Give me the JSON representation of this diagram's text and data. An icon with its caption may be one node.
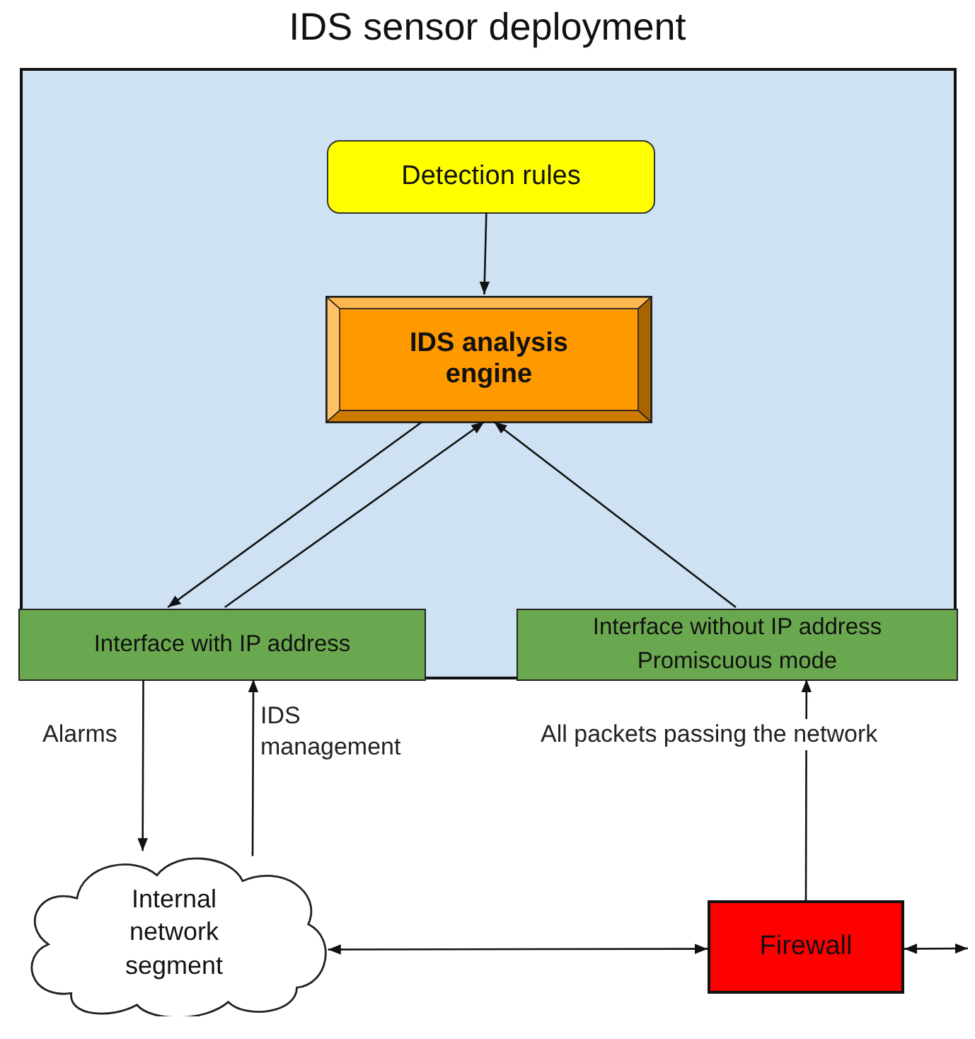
{
  "diagram": {
    "title": "IDS sensor deployment",
    "nodes": [
      {
        "text": [],
        "shape": "box"
      },
      {
        "text": [
          "Detection rules"
        ],
        "in": 0
      },
      {
        "text": [
          "IDS analysis engine"
        ],
        "in": 0
      },
      {
        "text": [
          "Interface with IP address"
        ],
        "in": 0
      },
      {
        "text": [
          "Interface without IP address Promiscuous mode"
        ],
        "in": 0
      },
      {
        "text": [
          "Internal network segment"
        ]
      },
      {
        "text": [
          "Firewall"
        ]
      }
    ],
    "edges": [
      {
        "from": 1,
        "to": 2,
        "arrow": "to"
      },
      {
        "from": 2,
        "to": 3,
        "arrow": "to"
      },
      {
        "from": 3,
        "to": 2,
        "arrow": "to"
      },
      {
        "from": 4,
        "to": 2,
        "arrow": "to"
      },
      {
        "from": 3,
        "to": 5,
        "arrow": "to",
        "label": "Alarms"
      },
      {
        "from": 5,
        "to": 3,
        "arrow": "to",
        "label": "IDS management"
      },
      {
        "from": 6,
        "to": 4,
        "arrow": "to",
        "label": "All packets passing the network"
      },
      {
        "from": 5,
        "to": 6,
        "arrow": "both"
      },
      {
        "from": 6,
        "to": null,
        "arrow": "both"
      }
    ]
  }
}
